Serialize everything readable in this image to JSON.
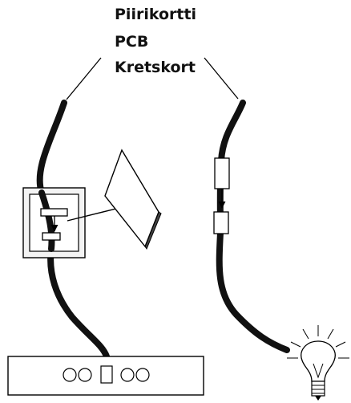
{
  "labels": {
    "finnish": "Piirikortti",
    "english": "PCB",
    "swedish": "Kretskort"
  },
  "parts": {
    "device": "socket-panel-device",
    "board": "circuit-board",
    "lamp": "light-bulb-icon"
  },
  "colors": {
    "cable": "#111111",
    "line": "#000000",
    "box_fill": "#ffffff",
    "frame_fill": "#e6e6e6"
  }
}
